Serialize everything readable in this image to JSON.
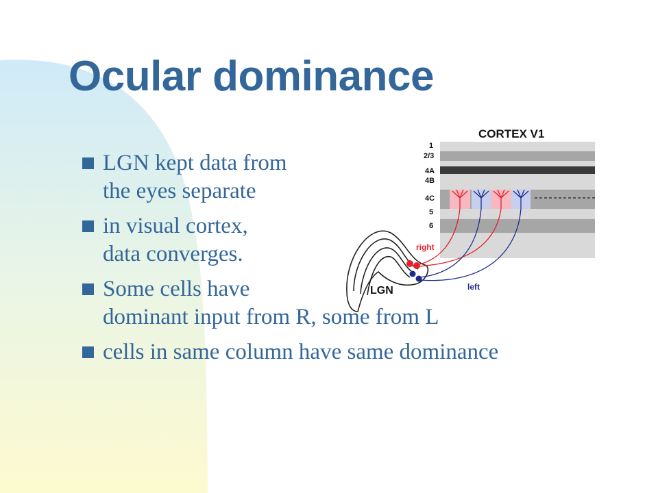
{
  "slide": {
    "title": "Ocular dominance",
    "bullets": [
      {
        "line1": "LGN kept data from",
        "line2": "the eyes separate"
      },
      {
        "line1": "in visual cortex,",
        "line2": "data converges."
      },
      {
        "line1": "Some cells have",
        "line2": "dominant input from R, some from L"
      },
      {
        "line1": "cells in same column have same dominance",
        "line2": ""
      }
    ]
  },
  "diagram": {
    "title": "CORTEX V1",
    "layers": [
      "1",
      "2/3",
      "4A",
      "4B",
      "4C",
      "5",
      "6"
    ],
    "lgn_label": "LGN",
    "right_label": "right",
    "left_label": "left"
  },
  "colors": {
    "title_blue": "#336699",
    "text_blue": "#336699",
    "bg_blue": "#d0ecf8",
    "bg_yellow": "#fdfad2",
    "right_eye": "#e8202a",
    "left_eye": "#1d2a8a"
  }
}
